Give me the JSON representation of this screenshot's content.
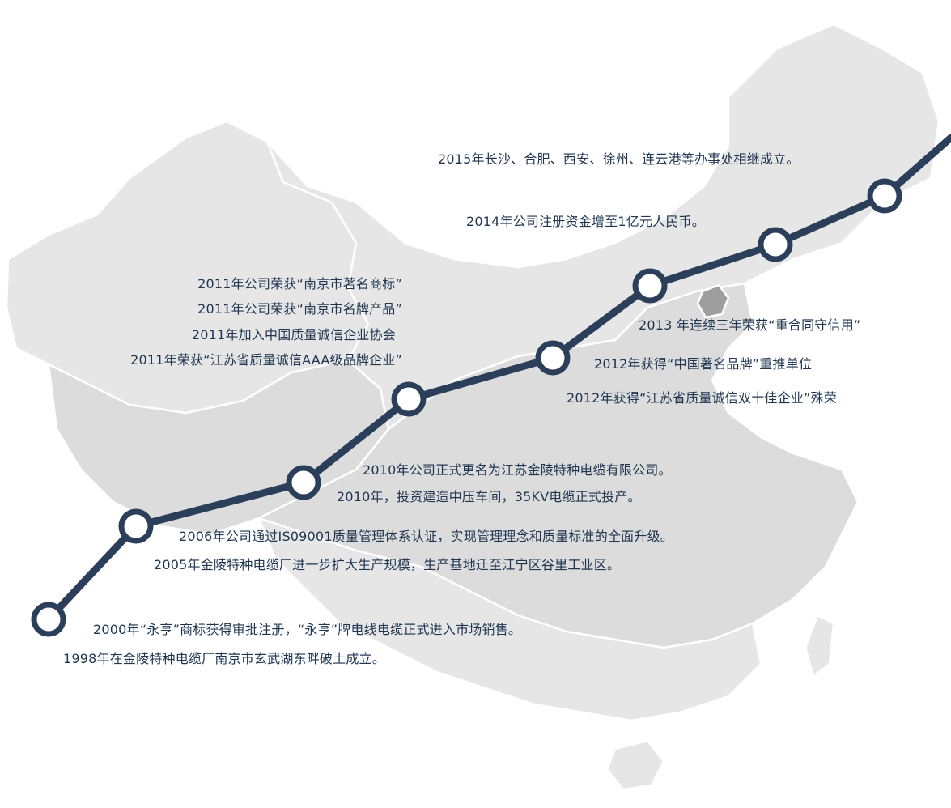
{
  "colors": {
    "line": "#2b3f5b",
    "node_fill": "#ffffff",
    "text": "#1f3550",
    "map_fill": "#e6e6e6",
    "map_fill_dark": "#dcdcdc",
    "map_stroke": "#ffffff",
    "capital_fill": "#9e9e9e"
  },
  "milestones": [
    {
      "id": "2015",
      "text": "2015年长沙、合肥、西安、徐州、连云港等办事处相继成立。"
    },
    {
      "id": "2014",
      "text": "2014年公司注册资金增至1亿元人民币。"
    },
    {
      "id": "2011a",
      "text": "2011年公司荣获“南京市著名商标”"
    },
    {
      "id": "2011b",
      "text": "2011年公司荣获“南京市名牌产品”"
    },
    {
      "id": "2011c",
      "text": "2011年加入中国质量诚信企业协会"
    },
    {
      "id": "2011d",
      "text": "2011年荣获“江苏省质量诚信AAA级品牌企业”"
    },
    {
      "id": "2013",
      "text": "2013 年连续三年荣获“重合同守信用”"
    },
    {
      "id": "2012a",
      "text": "2012年获得“中国著名品牌”重推单位"
    },
    {
      "id": "2012b",
      "text": "2012年获得“江苏省质量诚信双十佳企业”殊荣"
    },
    {
      "id": "2010a",
      "text": "2010年公司正式更名为江苏金陵特种电缆有限公司。"
    },
    {
      "id": "2010b",
      "text": "2010年，投资建造中压车间，35KV电缆正式投产。"
    },
    {
      "id": "2006",
      "text": "2006年公司通过IS09001质量管理体系认证，实现管理理念和质量标准的全面升级。"
    },
    {
      "id": "2005",
      "text": "2005年金陵特种电缆厂进一步扩大生产规模，生产基地迁至江宁区谷里工业区。"
    },
    {
      "id": "2000",
      "text": "2000年“永亨”商标获得审批注册，“永亨”牌电线电缆正式进入市场销售。"
    },
    {
      "id": "1998",
      "text": "1998年在金陵特种电缆厂南京市玄武湖东畔破土成立。"
    }
  ]
}
